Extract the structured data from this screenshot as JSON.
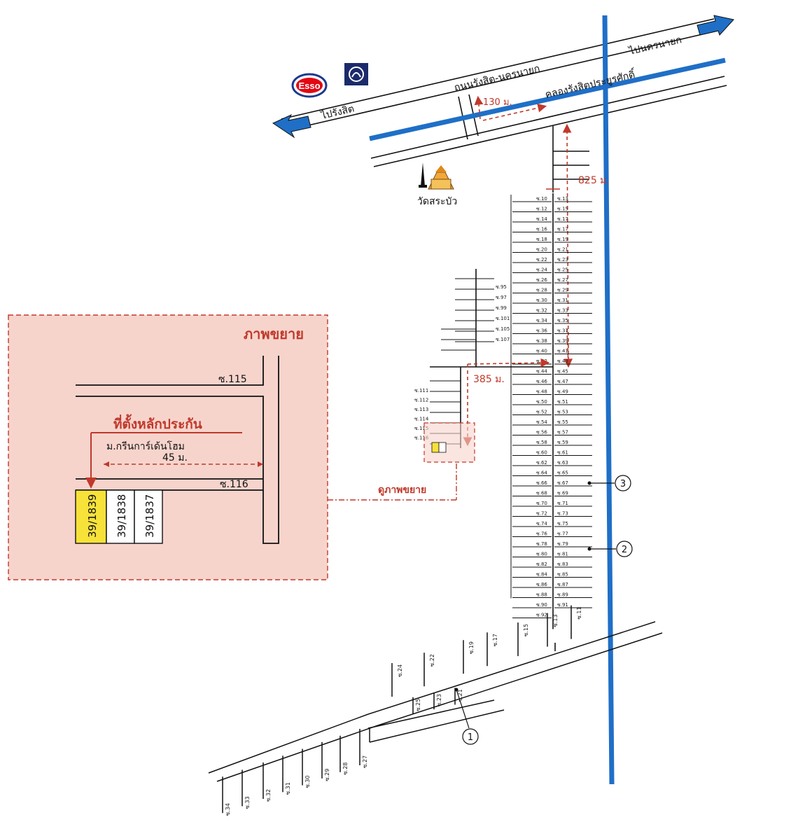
{
  "roads": {
    "main_road": "ถนนรังสิต-นครนายก",
    "to_rangsit": "ไปรังสิต",
    "to_nakhon_nayok": "ไปนครนายก",
    "canal": "คลองรังสิตประยูรศักดิ์"
  },
  "landmarks": {
    "esso": "Esso",
    "temple": "วัดสระบัว"
  },
  "distances": {
    "d130": "130 ม.",
    "d825": "825 ม.",
    "d385": "385 ม."
  },
  "markers": [
    "1",
    "2",
    "3"
  ],
  "soi": {
    "left_column": [
      "ซ.10",
      "ซ.12",
      "ซ.14",
      "ซ.16",
      "ซ.18",
      "ซ.20",
      "ซ.22",
      "ซ.24",
      "ซ.26",
      "ซ.28",
      "ซ.30",
      "ซ.32",
      "ซ.34",
      "ซ.36",
      "ซ.38",
      "ซ.40",
      "ซ.42",
      "ซ.44",
      "ซ.46",
      "ซ.48",
      "ซ.50",
      "ซ.52",
      "ซ.54",
      "ซ.56",
      "ซ.58",
      "ซ.60",
      "ซ.62",
      "ซ.64",
      "ซ.66",
      "ซ.68",
      "ซ.70",
      "ซ.72",
      "ซ.74",
      "ซ.76",
      "ซ.78",
      "ซ.80",
      "ซ.82",
      "ซ.84",
      "ซ.86",
      "ซ.88",
      "ซ.90",
      "ซ.92"
    ],
    "right_column": [
      "ซ.13",
      "ซ.15",
      "ซ.17",
      "ซ.17",
      "ซ.19",
      "ซ.21",
      "ซ.23",
      "ซ.25",
      "ซ.27",
      "ซ.29",
      "ซ.31",
      "ซ.33",
      "ซ.35",
      "ซ.37",
      "ซ.39",
      "ซ.41",
      "ซ.43",
      "ซ.45",
      "ซ.47",
      "ซ.49",
      "ซ.51",
      "ซ.53",
      "ซ.55",
      "ซ.57",
      "ซ.59",
      "ซ.61",
      "ซ.63",
      "ซ.65",
      "ซ.67",
      "ซ.69",
      "ซ.71",
      "ซ.73",
      "ซ.75",
      "ซ.77",
      "ซ.79",
      "ซ.81",
      "ซ.83",
      "ซ.85",
      "ซ.87",
      "ซ.89",
      "ซ.91"
    ],
    "branch_upper": [
      "ซ.95",
      "ซ.97",
      "ซ.99",
      "ซ.101",
      "ซ.105",
      "ซ.107"
    ],
    "branch_lower": [
      "ซ.111",
      "ซ.112",
      "ซ.113",
      "ซ.114",
      "ซ.115",
      "ซ.116"
    ],
    "bottom_north": [
      "ซ.24",
      "ซ.22",
      "ซ.19",
      "ซ.17",
      "ซ.15",
      "ซ.13",
      "ซ.11"
    ],
    "bottom_mid": [
      "ซ.25",
      "ซ.23",
      "ซ.21"
    ],
    "bottom_south": [
      "ซ.34",
      "ซ.33",
      "ซ.32",
      "ซ.31",
      "ซ.30",
      "ซ.29",
      "ซ.28",
      "ซ.27"
    ]
  },
  "inset": {
    "title": "ภาพขยาย",
    "headline": "ที่ตั้งหลักประกัน",
    "village": "ม.กรีนการ์เด้นโฮม",
    "distance": "45 ม.",
    "soi_top": "ซ.115",
    "soi_bottom": "ซ.116",
    "plots": [
      "39/1839",
      "39/1838",
      "39/1837"
    ],
    "link_label": "ดูภาพขยาย"
  },
  "colors": {
    "canal_blue": "#1f6fc7",
    "annotation_red": "#c0392b",
    "inset_fill": "#f6d4cc",
    "highlight_yellow": "#f7e23a"
  }
}
